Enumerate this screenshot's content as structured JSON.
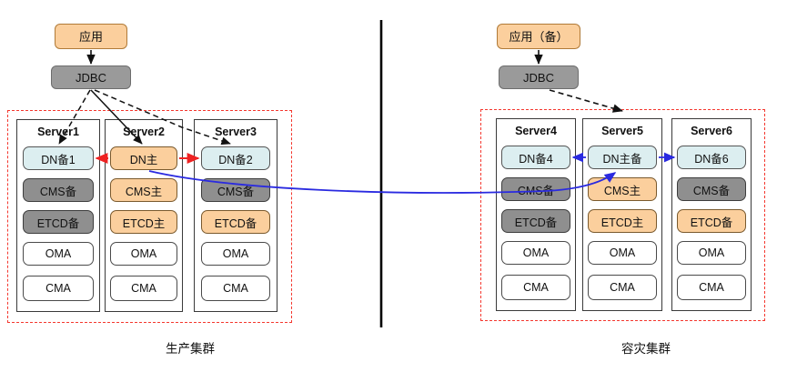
{
  "diagram": {
    "title_left": "生产集群",
    "title_right": "容灾集群",
    "colors": {
      "primary_orange": "#fbcf9d",
      "standby_cyan": "#dceef0",
      "gray": "#8f8f8f",
      "white": "#ffffff",
      "cluster_border": "#f4372e",
      "red_arrow": "#ee2222",
      "blue_arrow": "#2a2ae0",
      "divider": "#000000"
    }
  },
  "left_cluster": {
    "app": "应用",
    "jdbc": "JDBC",
    "caption": "生产集群",
    "servers": [
      {
        "name": "Server1",
        "components": [
          {
            "label": "DN备1",
            "style": "cyan"
          },
          {
            "label": "CMS备",
            "style": "gray"
          },
          {
            "label": "ETCD备",
            "style": "gray"
          },
          {
            "label": "OMA",
            "style": "white"
          },
          {
            "label": "CMA",
            "style": "white"
          }
        ]
      },
      {
        "name": "Server2",
        "components": [
          {
            "label": "DN主",
            "style": "orange"
          },
          {
            "label": "CMS主",
            "style": "orange"
          },
          {
            "label": "ETCD主",
            "style": "orange"
          },
          {
            "label": "OMA",
            "style": "white"
          },
          {
            "label": "CMA",
            "style": "white"
          }
        ]
      },
      {
        "name": "Server3",
        "components": [
          {
            "label": "DN备2",
            "style": "cyan"
          },
          {
            "label": "CMS备",
            "style": "gray"
          },
          {
            "label": "ETCD备",
            "style": "orange"
          },
          {
            "label": "OMA",
            "style": "white"
          },
          {
            "label": "CMA",
            "style": "white"
          }
        ]
      }
    ]
  },
  "right_cluster": {
    "app": "应用（备）",
    "jdbc": "JDBC",
    "caption": "容灾集群",
    "servers": [
      {
        "name": "Server4",
        "components": [
          {
            "label": "DN备4",
            "style": "cyan"
          },
          {
            "label": "CMS备",
            "style": "gray"
          },
          {
            "label": "ETCD备",
            "style": "gray"
          },
          {
            "label": "OMA",
            "style": "white"
          },
          {
            "label": "CMA",
            "style": "white"
          }
        ]
      },
      {
        "name": "Server5",
        "components": [
          {
            "label": "DN主备",
            "style": "cyan"
          },
          {
            "label": "CMS主",
            "style": "orange"
          },
          {
            "label": "ETCD主",
            "style": "orange"
          },
          {
            "label": "OMA",
            "style": "white"
          },
          {
            "label": "CMA",
            "style": "white"
          }
        ]
      },
      {
        "name": "Server6",
        "components": [
          {
            "label": "DN备6",
            "style": "cyan"
          },
          {
            "label": "CMS备",
            "style": "gray"
          },
          {
            "label": "ETCD备",
            "style": "orange"
          },
          {
            "label": "OMA",
            "style": "white"
          },
          {
            "label": "CMA",
            "style": "white"
          }
        ]
      }
    ]
  }
}
